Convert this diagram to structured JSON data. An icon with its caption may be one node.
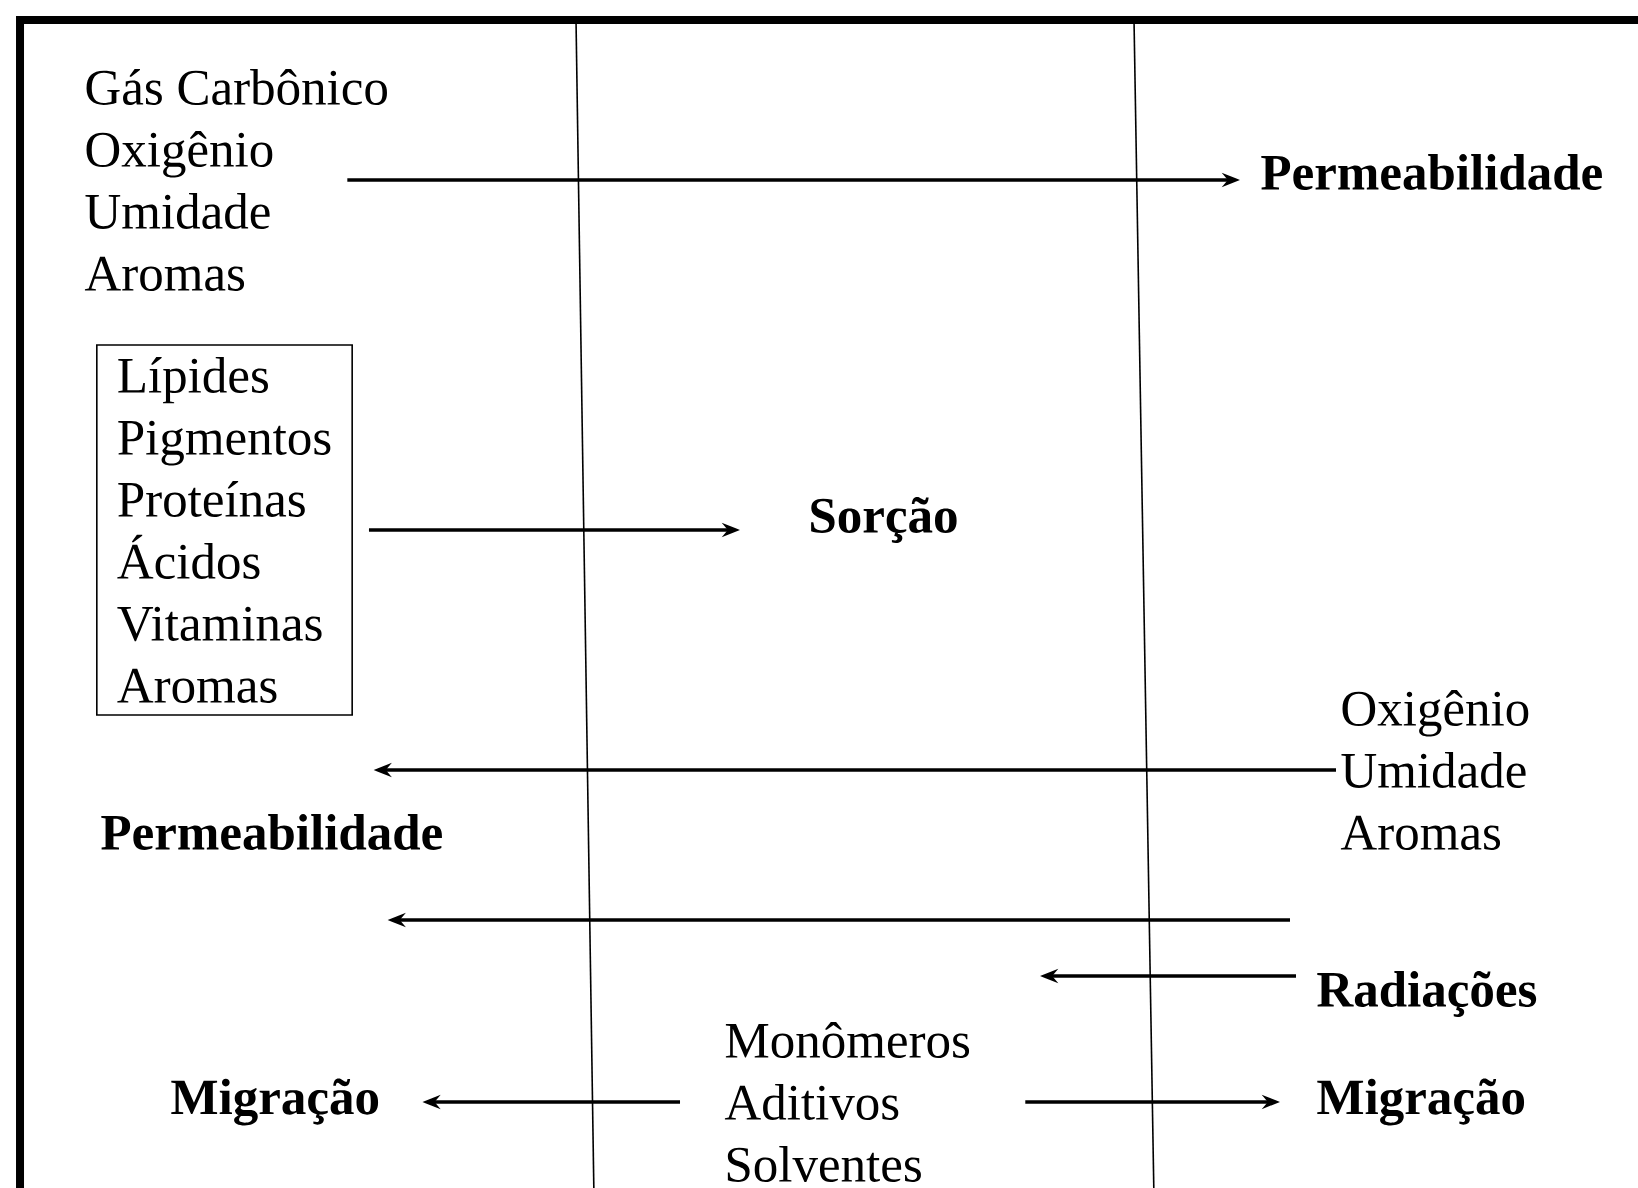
{
  "diagram": {
    "nodes": [
      {
        "text": [
          "Gás Carbônico",
          "Oxigênio",
          "Umidade",
          "Aromas"
        ]
      },
      {
        "text": [
          "Permeabilidade"
        ]
      },
      {
        "text": [
          "Lípides",
          "Pigmentos",
          "Proteínas",
          "Ácidos",
          "Vitaminas",
          "Aromas"
        ]
      },
      {
        "text": [
          "Sorção"
        ]
      },
      {
        "text": [
          "Oxigênio",
          "Umidade",
          "Aromas"
        ]
      },
      {
        "text": [
          "Permeabilidade"
        ]
      },
      {
        "text": [
          "Radiações"
        ]
      },
      {
        "text": [
          "Monômeros",
          "Aditivos",
          "Solventes"
        ]
      },
      {
        "text": [
          "Migração"
        ]
      },
      {
        "text": [
          "Migração"
        ]
      }
    ],
    "edges": [
      {
        "from": 0,
        "to": 1,
        "arrow": "to"
      },
      {
        "from": 2,
        "to": 3,
        "arrow": "to"
      },
      {
        "from": 4,
        "to": 5,
        "arrow": "to"
      },
      {
        "from": null,
        "to": 5,
        "arrow": "to"
      },
      {
        "from": 6,
        "to": null,
        "arrow": "to"
      },
      {
        "from": 7,
        "to": 8,
        "arrow": "to"
      },
      {
        "from": 7,
        "to": 9,
        "arrow": "to"
      }
    ]
  }
}
